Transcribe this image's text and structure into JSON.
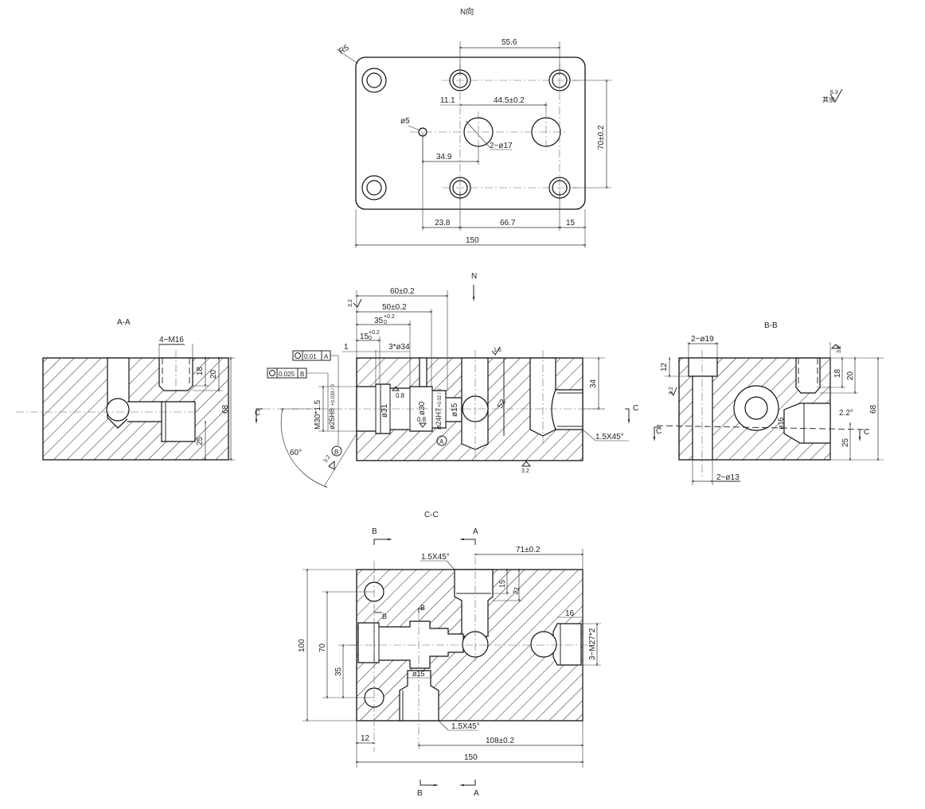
{
  "top_view": {
    "title": "N向",
    "radius": "R5",
    "dim_55_6": "55.6",
    "dim_11_1": "11.1",
    "dim_44_5": "44.5±0.2",
    "hole_5": "ø5",
    "hole_17": "2−ø17",
    "dim_34_9": "34.9",
    "dim_70": "70±0.2",
    "dim_23_8": "23.8",
    "dim_66_7": "66.7",
    "dim_15": "15",
    "dim_150": "150"
  },
  "roughness_note": {
    "prefix": "其余",
    "value": "6.3"
  },
  "section_aa": {
    "title": "A-A",
    "thread": "4−M16",
    "dim_18": "18",
    "dim_20": "20",
    "dim_68": "68",
    "dim_25": "25"
  },
  "main_section": {
    "view_arrow": "N",
    "dim_60": "60±0.2",
    "dim_50": "50±0.2",
    "dim_35": "35",
    "dim_35_tol": "+0.2",
    "dim_35_tol_low": "0",
    "dim_15": "15",
    "dim_15_tol": "+0.2",
    "dim_15_tol_low": "0",
    "dim_1": "1",
    "groove": "3*ø34",
    "tol_frame_1_value": "0.01",
    "tol_frame_1_datum": "A",
    "tol_frame_2_value": "0.025",
    "tol_frame_2_datum": "B",
    "thread_m30": "M30*1.5",
    "bore_25": "ø25H8",
    "bore_25_tol": "+0.033 / 0",
    "bore_31": "ø31",
    "bore_30": "ø30",
    "bore_24": "ø24H7",
    "bore_24_tol": "+0.02 / 0",
    "bore_15": "ø15",
    "dim_52": "52",
    "dim_34": "34",
    "chamfer": "1.5X45°",
    "angle": "60°",
    "datum_a": "A",
    "datum_b": "B",
    "rough_left": "3.2",
    "rough_top": "1.6",
    "rough_bore_1": "0.8",
    "rough_bore_2": "0.8",
    "rough_bottom": "3.2",
    "rough_thread": "3.2",
    "cut_left": "C",
    "cut_right": "C"
  },
  "section_bb": {
    "title": "B-B",
    "counterbore": "2−ø19",
    "through_hole": "2−ø13",
    "dim_12": "12",
    "dim_18": "18",
    "dim_20": "20",
    "dim_68": "68",
    "dim_25": "25",
    "angle": "2.2°",
    "bore_15": "ø15",
    "rough_top": "3.2",
    "rough_left": "3.2",
    "cut_left": "C",
    "cut_right": "C"
  },
  "section_cc": {
    "title": "C-C",
    "cut_b_top": "B",
    "cut_a_top": "A",
    "cut_b_bottom": "B",
    "cut_a_bottom": "A",
    "dim_71": "71±0.2",
    "chamfer_top": "1.5X45°",
    "chamfer_bottom": "1.5X45°",
    "dim_15": "15",
    "dim_21": "21",
    "dim_16": "16",
    "thread": "3−M27*2",
    "dim_100": "100",
    "dim_70": "70",
    "dim_35": "35",
    "bore_15": "ø15",
    "dim_12": "12",
    "dim_108": "108±0.2",
    "dim_150": "150",
    "inner_b1": "B",
    "inner_b2": "B"
  }
}
